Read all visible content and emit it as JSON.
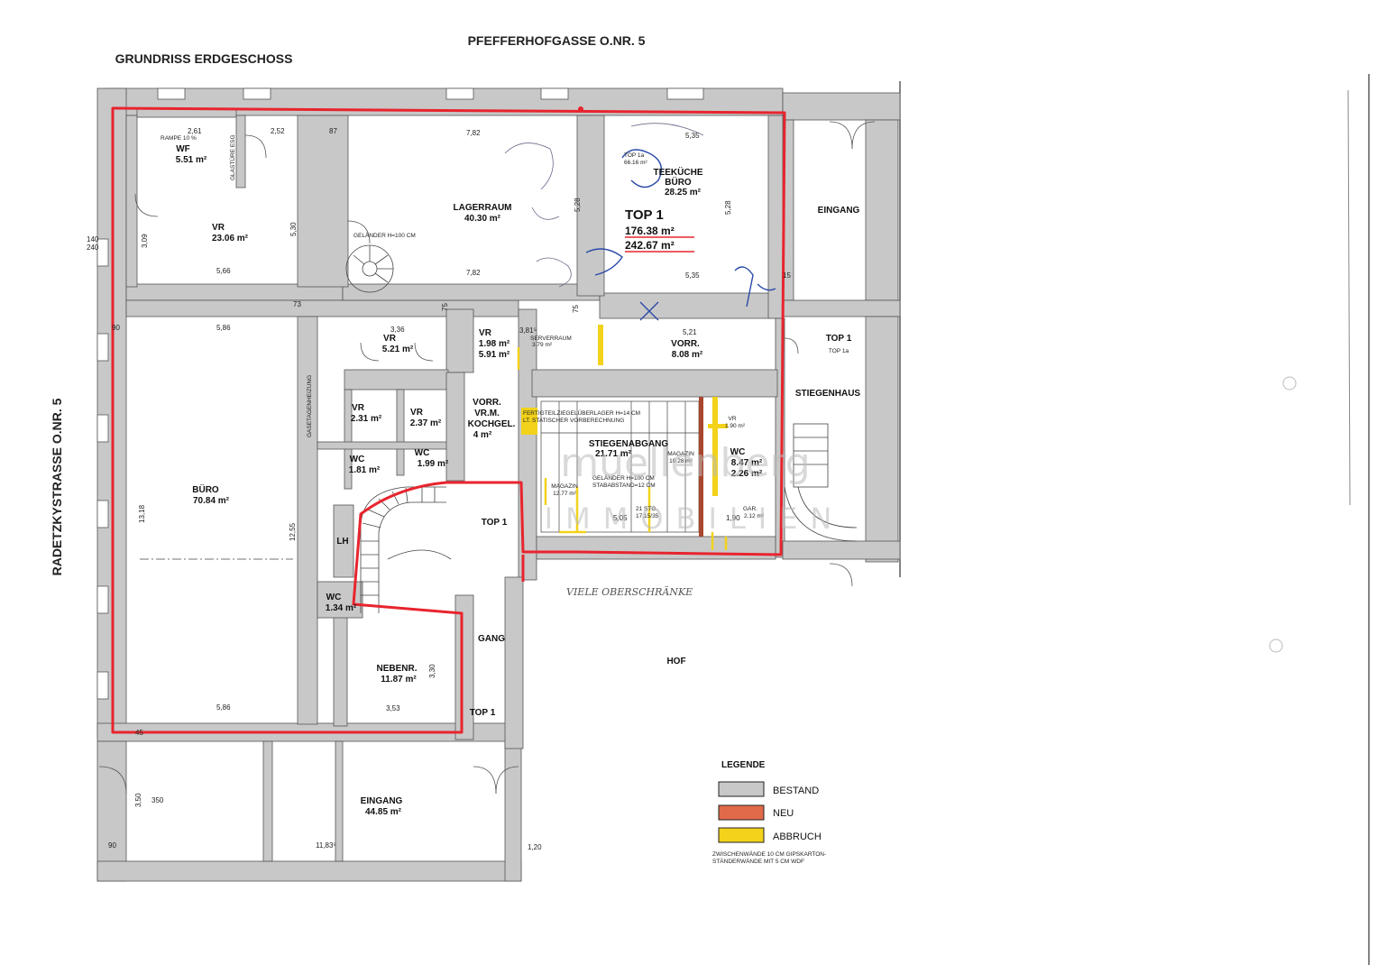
{
  "titles": {
    "street_top": "PFEFFERHOFGASSE O.NR. 5",
    "street_left": "RADETZKYSTRASSE O.NR. 5",
    "plan_title": "GRUNDRISS ERDGESCHOSS"
  },
  "rooms": {
    "wf": {
      "name": "WF",
      "area": "5.51 m²"
    },
    "vr_nw": {
      "name": "VR",
      "area": "23.06 m²"
    },
    "lagerraum": {
      "name": "LAGERRAUM",
      "area": "40.30 m²"
    },
    "teekueche": {
      "name": "TEEKÜCHE",
      "sub": "BÜRO",
      "area": "28.25 m²",
      "top1a": "TOP 1a",
      "top1a_area": "66.16 m²"
    },
    "eingang_ne": {
      "name": "EINGANG"
    },
    "buero": {
      "name": "BÜRO",
      "area": "70.84 m²"
    },
    "vr_521": {
      "name": "VR",
      "area": "5.21 m²"
    },
    "vr_198": {
      "name": "VR",
      "area": "1.98 m²",
      "area2": "5.91 m²"
    },
    "serverraum": {
      "name": "SERVERRAUM",
      "area": "3.79 m²"
    },
    "vorr_808": {
      "name": "VORR.",
      "area": "8.08 m²"
    },
    "top1_ne": {
      "name": "TOP 1",
      "sub": "TOP 1a"
    },
    "stiegenhaus": {
      "name": "STIEGENHAUS"
    },
    "vr_231": {
      "name": "VR",
      "area": "2.31 m²"
    },
    "vr_237": {
      "name": "VR",
      "area": "2.37 m²"
    },
    "vorr_kochgel": {
      "l1": "VORR.",
      "l2": "VR.M.",
      "l3": "KOCHGEL.",
      "area": "4 m²"
    },
    "stiegenabgang": {
      "name": "STIEGENABGANG",
      "area": "21.71 m²"
    },
    "wc_181": {
      "name": "WC",
      "area": "1.81 m²"
    },
    "wc_199": {
      "name": "WC",
      "area": "1.99 m²"
    },
    "wc_847": {
      "name": "WC",
      "area": "8.47 m²",
      "area2": "2.26 m²"
    },
    "wc_134": {
      "name": "WC",
      "area": "1.34 m²"
    },
    "lh": {
      "name": "LH"
    },
    "nebenr": {
      "name": "NEBENR.",
      "area": "11.87 m²"
    },
    "gang": {
      "name": "GANG"
    },
    "hof": {
      "name": "HOF"
    },
    "eingang_s": {
      "name": "EINGANG",
      "area": "44.85 m²"
    },
    "magazin_1": {
      "name": "MAGAZIN",
      "area": "12.77 m²"
    },
    "magazin_2": {
      "name": "MAGAZIN",
      "area": "10.28 m²"
    },
    "gar": {
      "name": "GAR.",
      "area": "2.12 m²"
    },
    "vr_small": {
      "name": "VR",
      "area": "1.90 m²"
    }
  },
  "top_block": {
    "label": "TOP 1",
    "area1": "176.38 m²",
    "area2": "242.67 m²"
  },
  "top_labels": {
    "mid": "TOP 1",
    "south": "TOP 1"
  },
  "notes": {
    "gelaender_1": "GELÄNDER H=100 CM",
    "fertigteil": "FERTIGTEILZIEGELÜBERLAGER H=14 CM",
    "lt_statischer": "LT. STATISCHER VORBERECHNUNG",
    "gelaender_2": "GELÄNDER H=100 CM",
    "stababstand": "STABABSTAND=12 CM",
    "stufen": "21 STG.",
    "stufen_mass": "17,15/35",
    "rampe": "RAMPE 10 %",
    "glasture": "GLASTÜRE ESG",
    "gasetagenheizung": "GASETAGENHEIZUNG",
    "handwritten": "VIELE OBERSCHRÄNKE"
  },
  "dims": {
    "d261": "2,61",
    "d252": "2,52",
    "d87a": "87",
    "d782a": "7,82",
    "d535a": "5,35",
    "d566a": "5,66",
    "d782b": "7,82",
    "d535b": "5,35",
    "d586a": "5,86",
    "d336": "3,36",
    "d381": "3,81⁵",
    "d521": "5,21",
    "d566b": "5,86",
    "d353": "3,53",
    "d1183": "11,83⁵",
    "d120": "1,20",
    "d90a": "90",
    "d90b": "90",
    "d1318": "13,18",
    "d1255": "12,55",
    "d309": "3,09",
    "d530": "5,30",
    "d528a": "5,28",
    "d528b": "5,28",
    "d330": "3,30",
    "d505": "5,05",
    "d190": "1,90",
    "d350": "3,50",
    "d73": "73",
    "d75a": "75",
    "d75b": "75",
    "d140_240": "140",
    "d240": "240",
    "d45a": "45",
    "d15": "15",
    "d350b": "350"
  },
  "legend": {
    "title": "LEGENDE",
    "items": [
      {
        "label": "BESTAND",
        "color": "#c8c8c8"
      },
      {
        "label": "NEU",
        "color": "#e06a4a"
      },
      {
        "label": "ABBRUCH",
        "color": "#f2d21a"
      }
    ],
    "note1": "ZWISCHENWÄNDE 10 CM GIPSKARTON-",
    "note2": "STÄNDERWÄNDE MIT 5 CM WDF"
  },
  "watermark": {
    "brand": "muellenberg",
    "sub": "IMMOBILIEN"
  },
  "colors": {
    "wall": "#c8c8c8",
    "outline": "#e8242e",
    "demolish": "#f2d21a",
    "new": "#e06a4a",
    "pen": "#2a4aa8"
  }
}
